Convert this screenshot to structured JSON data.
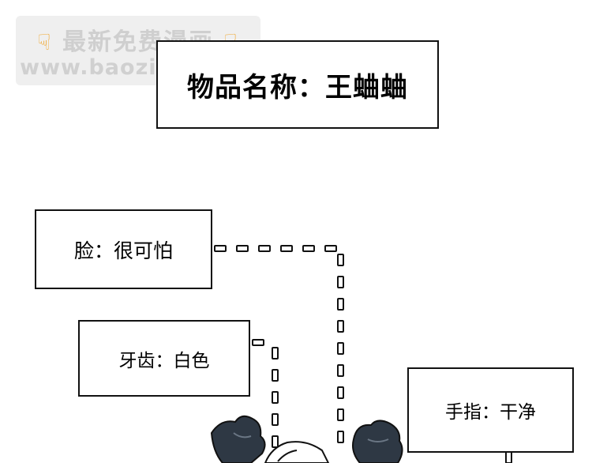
{
  "watermark": {
    "line1": "最新免费漫画",
    "line2": "www.baozimh.com",
    "icon": "pointing-hand-icon",
    "icon_color": "#f0a830"
  },
  "title": "物品名称：王蛐蛐",
  "labels": {
    "face": "脸：很可怕",
    "teeth": "牙齿：白色",
    "fingers": "手指：干净"
  },
  "colors": {
    "border": "#111111",
    "background": "#ffffff",
    "creature": "#2e3844"
  }
}
